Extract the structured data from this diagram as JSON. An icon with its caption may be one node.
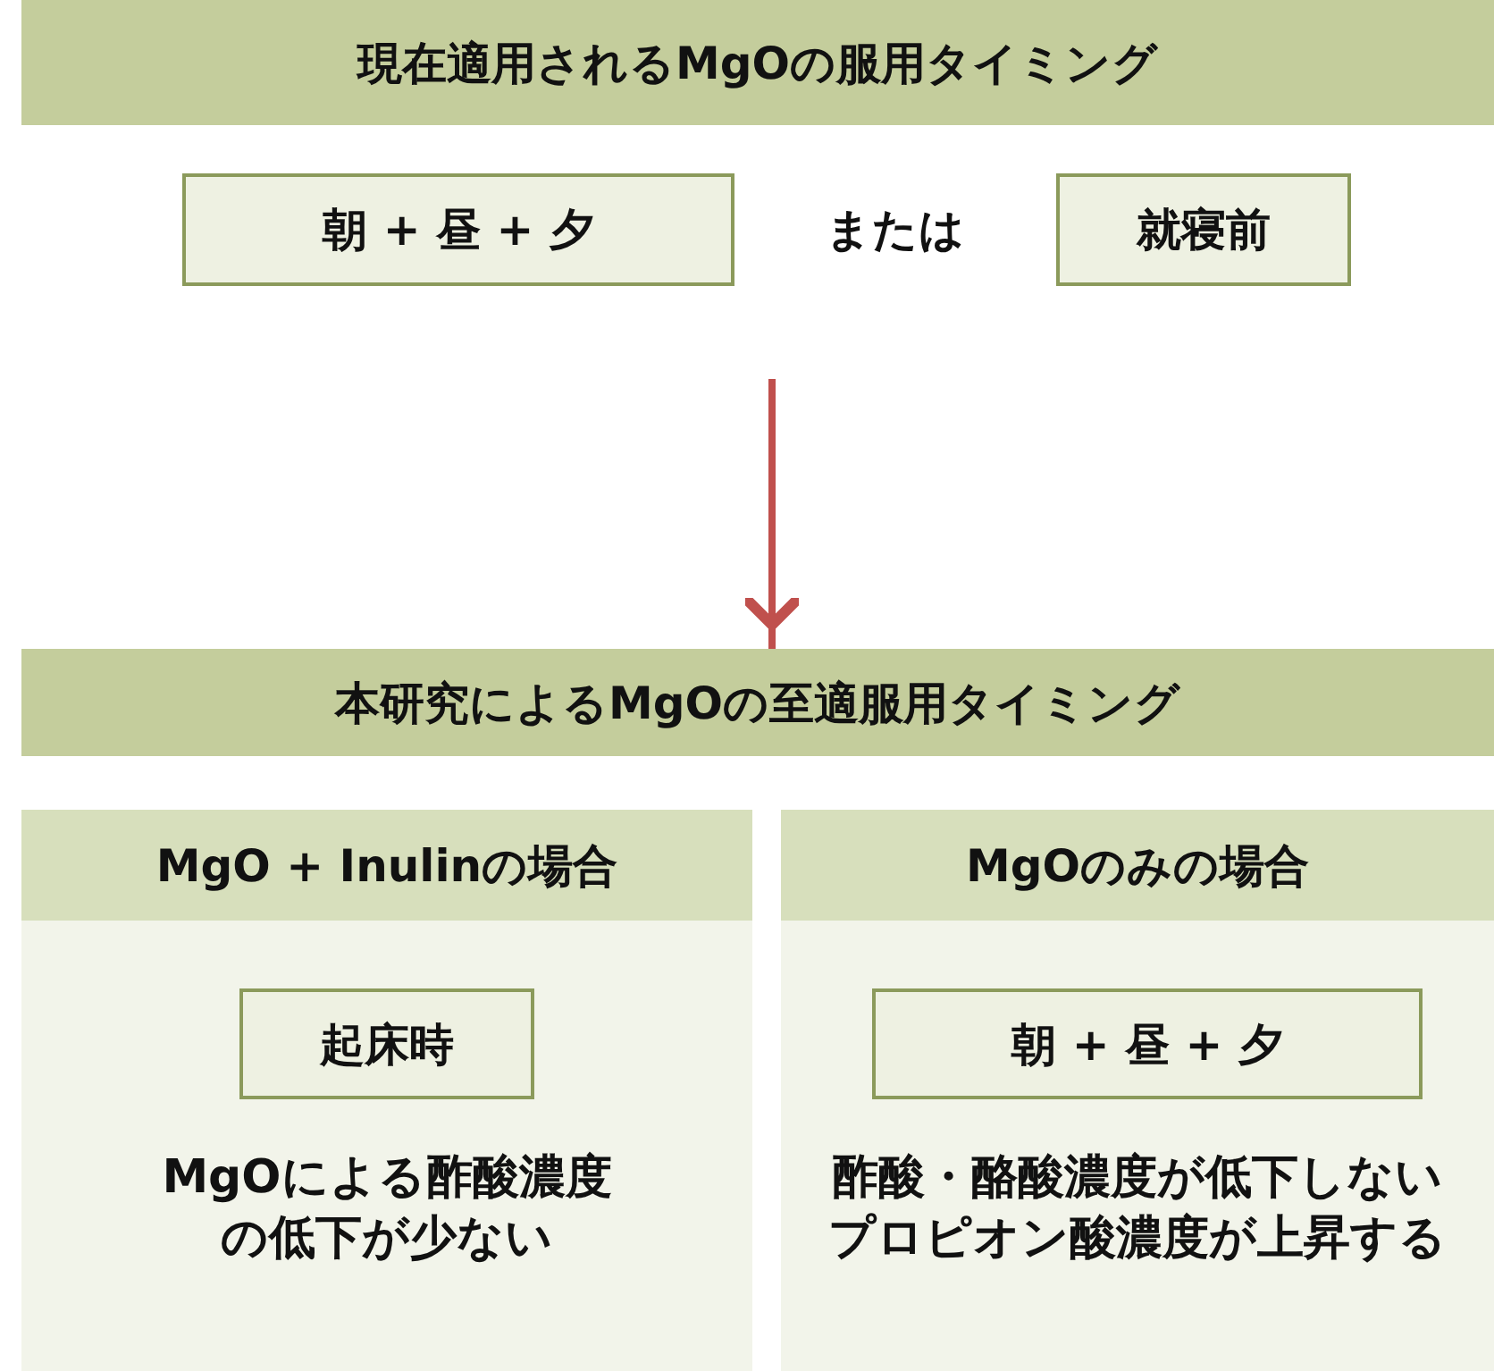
{
  "diagram": {
    "nodes": [
      {
        "text": [
          "現在適用されるMgOの服用タイミング"
        ]
      },
      {
        "text": [
          "朝 + 昼 + 夕"
        ]
      },
      {
        "text": [
          "就寝前"
        ]
      },
      {
        "text": [
          "本研究によるMgOの至適服用タイミング"
        ]
      },
      {
        "text": [
          "MgO + Inulinの場合",
          "MgOによる酢酸濃度の低下が少ない"
        ]
      },
      {
        "text": [
          "起床時"
        ],
        "in": 4
      },
      {
        "text": [
          "MgOのみの場合",
          "酢酸・酪酸濃度が低下しないプロピオン酸濃度が上昇する"
        ]
      },
      {
        "text": [
          "朝 + 昼 + 夕"
        ],
        "in": 6
      }
    ],
    "edges": [
      {
        "from": null,
        "to": 3,
        "arrow": "to",
        "color": "#c0504d"
      }
    ],
    "labels": [
      "または"
    ]
  }
}
